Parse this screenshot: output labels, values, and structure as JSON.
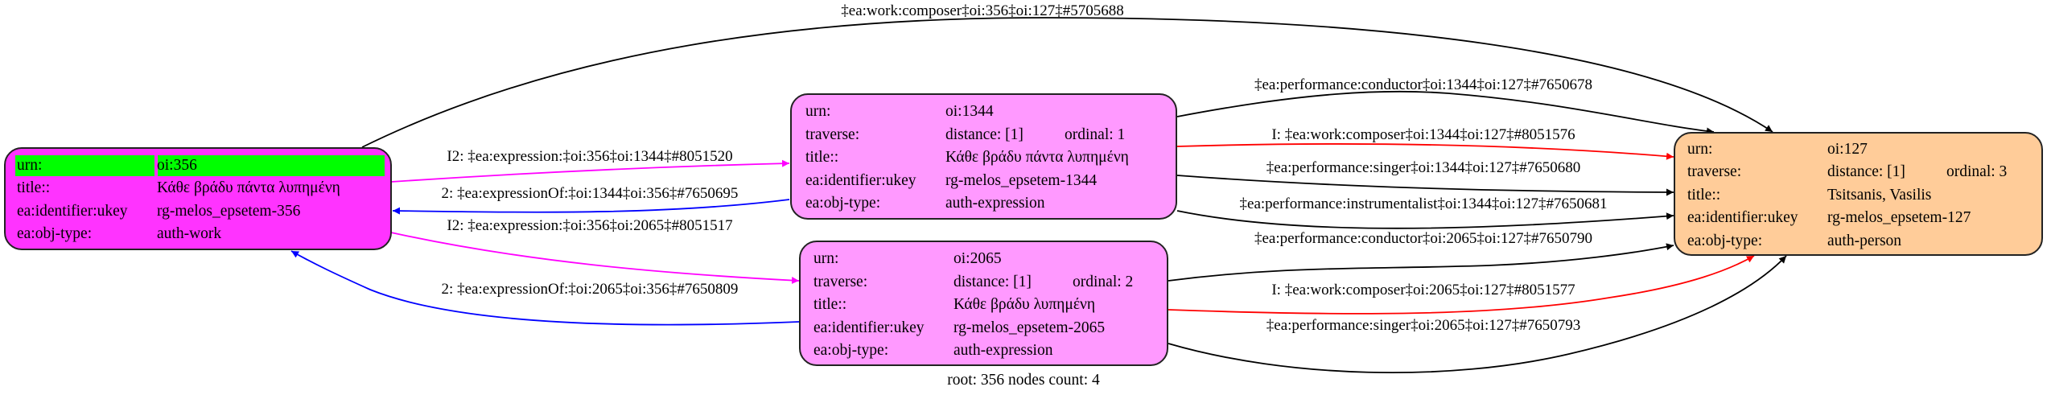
{
  "nodes": {
    "n356": {
      "fill": "#ff33ff",
      "highlight": "#00ff00",
      "urn_key": "urn:",
      "urn": "oi:356",
      "title_key": "title::",
      "title": "Κάθε βράδυ πάντα λυπημένη",
      "ukey_key": "ea:identifier:ukey",
      "ukey": "rg-melos_epsetem-356",
      "type_key": "ea:obj-type:",
      "type": "auth-work"
    },
    "n1344": {
      "fill": "#ff99ff",
      "urn_key": "urn:",
      "urn": "oi:1344",
      "traverse_key": "traverse:",
      "distance": "distance: [1]",
      "ordinal": "ordinal: 1",
      "title_key": "title::",
      "title": "Κάθε βράδυ πάντα λυπημένη",
      "ukey_key": "ea:identifier:ukey",
      "ukey": "rg-melos_epsetem-1344",
      "type_key": "ea:obj-type:",
      "type": "auth-expression"
    },
    "n2065": {
      "fill": "#ff99ff",
      "urn_key": "urn:",
      "urn": "oi:2065",
      "traverse_key": "traverse:",
      "distance": "distance: [1]",
      "ordinal": "ordinal: 2",
      "title_key": "title::",
      "title": "Κάθε βράδυ λυπημένη",
      "ukey_key": "ea:identifier:ukey",
      "ukey": "rg-melos_epsetem-2065",
      "type_key": "ea:obj-type:",
      "type": "auth-expression"
    },
    "n127": {
      "fill": "#ffcc99",
      "urn_key": "urn:",
      "urn": "oi:127",
      "traverse_key": "traverse:",
      "distance": "distance: [1]",
      "ordinal": "ordinal: 3",
      "title_key": "title::",
      "title": "Tsitsanis, Vasilis",
      "ukey_key": "ea:identifier:ukey",
      "ukey": "rg-melos_epsetem-127",
      "type_key": "ea:obj-type:",
      "type": "auth-person"
    }
  },
  "edges": {
    "e1": {
      "label": "‡ea:work:composer‡oi:356‡oi:127‡#5705688",
      "color": "#000000"
    },
    "e2": {
      "label": "I2: ‡ea:expression:‡oi:356‡oi:1344‡#8051520",
      "color": "#ff00ff"
    },
    "e3": {
      "label": "2: ‡ea:expressionOf:‡oi:1344‡oi:356‡#7650695",
      "color": "#0000ff"
    },
    "e4": {
      "label": "I2: ‡ea:expression:‡oi:356‡oi:2065‡#8051517",
      "color": "#ff00ff"
    },
    "e5": {
      "label": "2: ‡ea:expressionOf:‡oi:2065‡oi:356‡#7650809",
      "color": "#0000ff"
    },
    "e6": {
      "label": "‡ea:performance:conductor‡oi:1344‡oi:127‡#7650678",
      "color": "#000000"
    },
    "e7": {
      "label": "I: ‡ea:work:composer‡oi:1344‡oi:127‡#8051576",
      "color": "#ff0000"
    },
    "e8": {
      "label": "‡ea:performance:singer‡oi:1344‡oi:127‡#7650680",
      "color": "#000000"
    },
    "e9": {
      "label": "‡ea:performance:instrumentalist‡oi:1344‡oi:127‡#7650681",
      "color": "#000000"
    },
    "e10": {
      "label": "‡ea:performance:conductor‡oi:2065‡oi:127‡#7650790",
      "color": "#000000"
    },
    "e11": {
      "label": "I: ‡ea:work:composer‡oi:2065‡oi:127‡#8051577",
      "color": "#ff0000"
    },
    "e12": {
      "label": "‡ea:performance:singer‡oi:2065‡oi:127‡#7650793",
      "color": "#000000"
    }
  },
  "footer": "root: 356 nodes count: 4"
}
